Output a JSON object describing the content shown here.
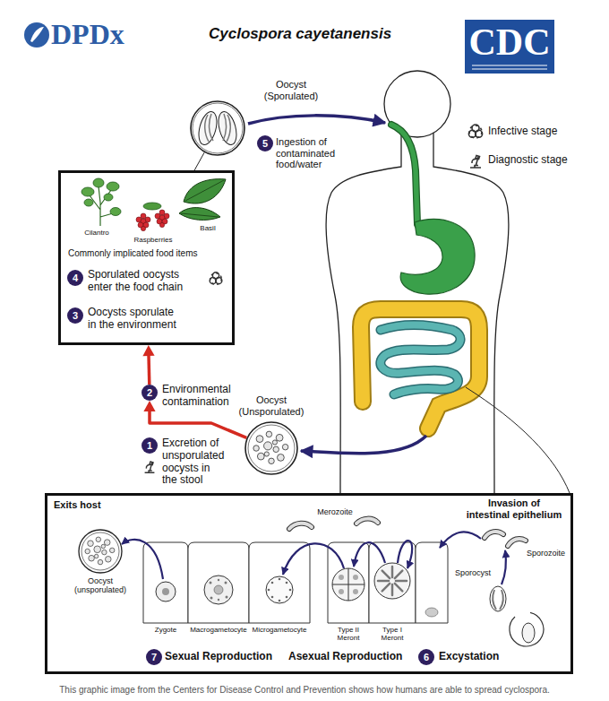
{
  "diagram": {
    "title": "Cyclospora cayetanensis",
    "caption": "This graphic image from the Centers for Disease Control and Prevention shows how humans are able to spread cyclospora.",
    "nodes": [
      {
        "text": [
          "Oocyst (Sporulated)"
        ]
      },
      {
        "text": [
          "5"
        ]
      },
      {
        "text": [
          "Cilantro",
          "Raspberries",
          "Basil",
          "Commonly implicated food items",
          "Sporulated oocysts enter the food chain",
          "Oocysts sporulate in the environment"
        ]
      },
      {
        "text": [
          "4"
        ],
        "in": 2
      },
      {
        "text": [
          "3"
        ],
        "in": 2
      },
      {
        "text": [
          "2"
        ]
      },
      {
        "text": [
          "Oocyst (Unsporulated)"
        ]
      },
      {
        "text": [
          "1"
        ]
      },
      {
        "text": [
          "Exits host",
          "Invasion of intestinal epithelium",
          "Sexual Reproduction",
          "Asexual Reproduction",
          "Excystation"
        ]
      },
      {
        "text": [
          "7"
        ],
        "in": 8
      },
      {
        "text": [
          "6"
        ],
        "in": 8
      }
    ],
    "edges": [
      {
        "from": 6,
        "to": 5,
        "arrow": "to"
      },
      {
        "from": 5,
        "to": 2,
        "arrow": "to"
      },
      {
        "from": 2,
        "to": 0,
        "arrow": "none"
      }
    ],
    "labels": [
      "DPDx",
      "CDC",
      "Ingestion of contaminated food/water",
      "Environmental contamination",
      "Excretion of unsporulated oocysts in the stool",
      "Merozoite",
      "Sporozoite",
      "Sporocyst",
      "Oocyst (unsporulated)",
      "Zygote",
      "Macrogametocyte",
      "Microgametocyte",
      "Type II Meront",
      "Type I Meront"
    ],
    "legend": [
      {
        "text": "Infective stage"
      },
      {
        "text": "Diagnostic stage"
      }
    ]
  }
}
